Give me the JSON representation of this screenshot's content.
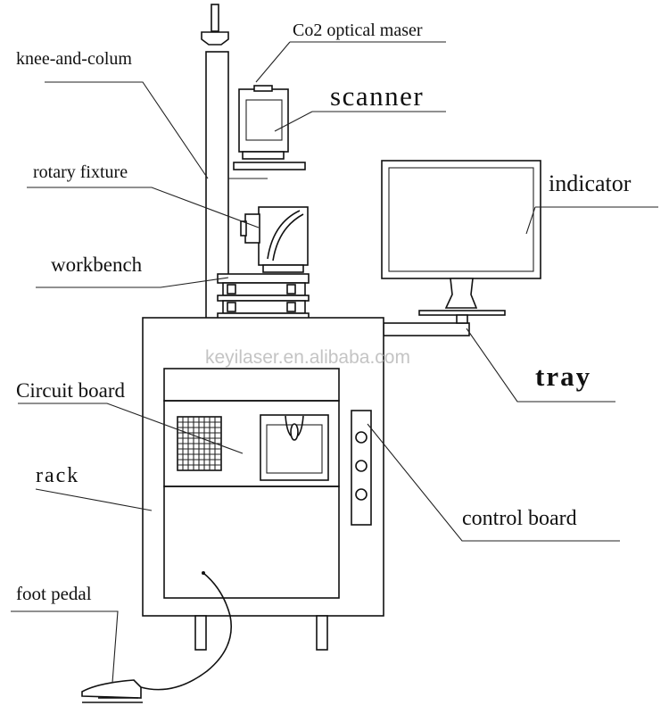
{
  "labels": {
    "co2_laser": "Co2 optical maser",
    "knee_column": "knee-and-colum",
    "scanner": "scanner",
    "rotary_fixture": "rotary fixture",
    "workbench": "workbench",
    "indicator": "indicator",
    "watermark": "keyilaser.en.alibaba.com",
    "tray": "tray",
    "circuit_board": "Circuit board",
    "rack": "rack",
    "control_board": "control board",
    "foot_pedal": "foot pedal"
  }
}
